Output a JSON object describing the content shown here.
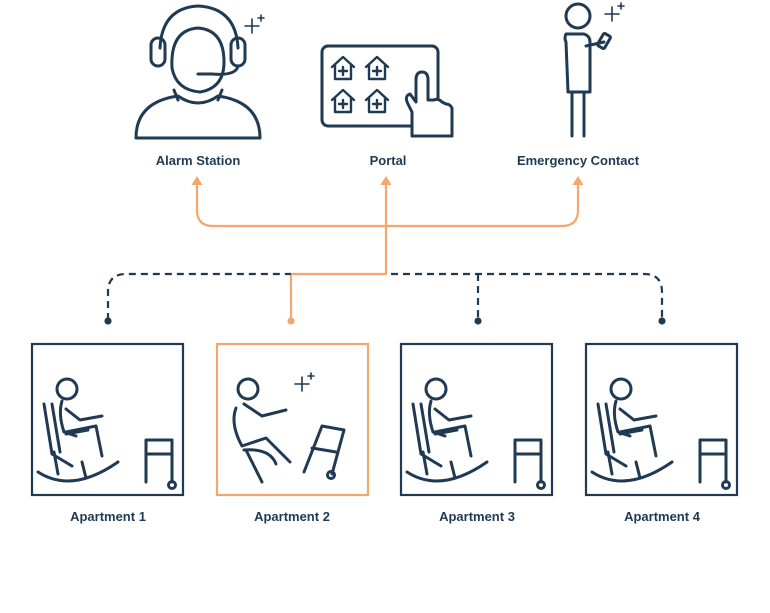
{
  "colors": {
    "navy": "#1f3a52",
    "orange": "#f5a66b",
    "background": "#ffffff"
  },
  "top_nodes": [
    {
      "id": "alarm-station",
      "label": "Alarm Station",
      "icon": "headset-operator-icon"
    },
    {
      "id": "portal",
      "label": "Portal",
      "icon": "touch-tablet-icon"
    },
    {
      "id": "emergency-contact",
      "label": "Emergency Contact",
      "icon": "person-with-phone-icon"
    }
  ],
  "apartments": [
    {
      "label": "Apartment 1",
      "state": "normal",
      "icon": "rocking-chair-person-icon"
    },
    {
      "label": "Apartment 2",
      "state": "alert",
      "icon": "fallen-person-icon"
    },
    {
      "label": "Apartment 3",
      "state": "normal",
      "icon": "rocking-chair-person-icon"
    },
    {
      "label": "Apartment 4",
      "state": "normal",
      "icon": "rocking-chair-person-icon"
    }
  ]
}
